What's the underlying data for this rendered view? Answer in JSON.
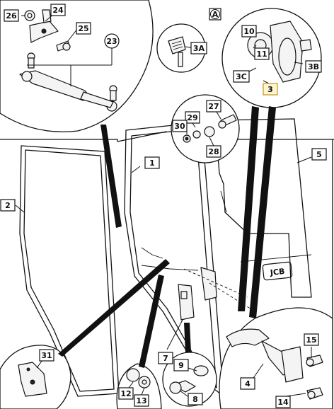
{
  "labels": {
    "l1": "1",
    "l2": "2",
    "l3": "3",
    "l3A": "3A",
    "l3B": "3B",
    "l3C": "3C",
    "l4": "4",
    "l5": "5",
    "l7": "7",
    "l8": "8",
    "l9": "9",
    "l10": "10",
    "l11": "11",
    "l12": "12",
    "l13": "13",
    "l14": "14",
    "l15": "15",
    "l23": "23",
    "l24": "24",
    "l25": "25",
    "l26": "26",
    "l27": "27",
    "l28": "28",
    "l29": "29",
    "l30": "30",
    "l31": "31"
  },
  "view_marker": "A",
  "door_logo": "JCB",
  "colors": {
    "line": "#111111",
    "background": "#ffffff",
    "highlight": "#c9a23a"
  }
}
